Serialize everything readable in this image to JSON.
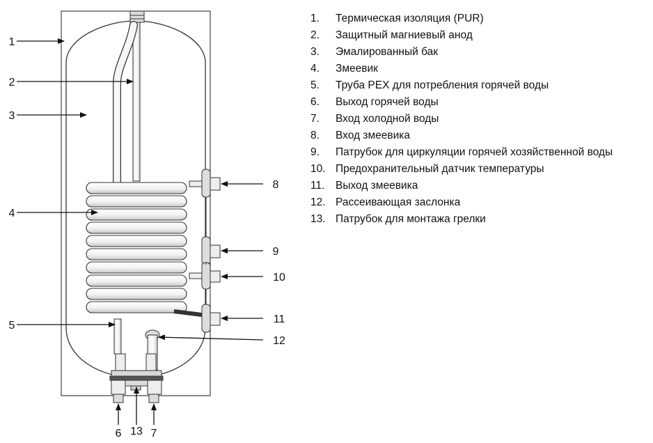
{
  "callouts": [
    "1",
    "2",
    "3",
    "4",
    "5",
    "6",
    "7",
    "8",
    "9",
    "10",
    "11",
    "12",
    "13"
  ],
  "legend": [
    {
      "num": "1.",
      "text": "Термическая изоляция (PUR)"
    },
    {
      "num": "2.",
      "text": "Защитный магниевый анод"
    },
    {
      "num": "3.",
      "text": "Эмалированный бак"
    },
    {
      "num": "4.",
      "text": "Змеевик"
    },
    {
      "num": "5.",
      "text": "Труба PEX для потребления горячей воды"
    },
    {
      "num": "6.",
      "text": "Выход горячей воды"
    },
    {
      "num": "7.",
      "text": "Вход холодной воды"
    },
    {
      "num": "8.",
      "text": "Вход змеевика"
    },
    {
      "num": "9.",
      "text": "Патрубок для циркуляции горячей хозяйственной воды"
    },
    {
      "num": "10.",
      "text": "Предохранительный датчик температуры"
    },
    {
      "num": "11.",
      "text": "Выход змеевика"
    },
    {
      "num": "12.",
      "text": "Рассеивающая заслонка"
    },
    {
      "num": "13.",
      "text": "Патрубок для монтажа грелки"
    }
  ]
}
